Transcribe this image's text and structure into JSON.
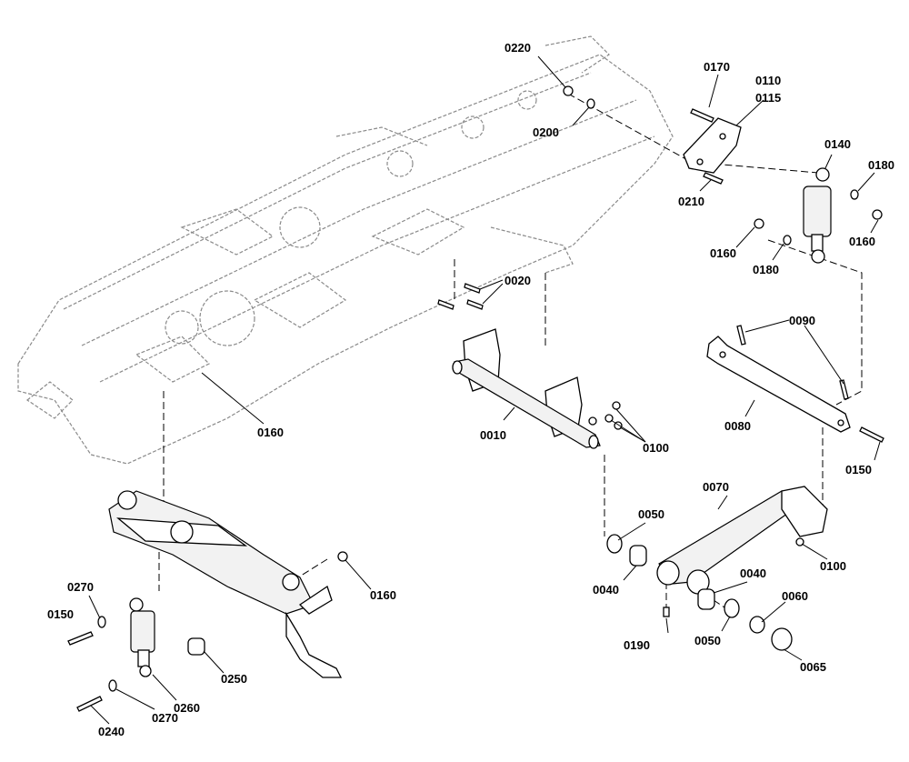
{
  "labels": {
    "p0220": "0220",
    "p0200": "0200",
    "p0170": "0170",
    "p0110": "0110",
    "p0115": "0115",
    "p0140": "0140",
    "p0180a": "0180",
    "p0210": "0210",
    "p0160a": "0160",
    "p0160b": "0160",
    "p0180b": "0180",
    "p0020": "0020",
    "p0090": "0090",
    "p0080": "0080",
    "p0010": "0010",
    "p0100a": "0100",
    "p0160c": "0160",
    "p0150a": "0150",
    "p0070": "0070",
    "p0050a": "0050",
    "p0100b": "0100",
    "p0040a": "0040",
    "p0040b": "0040",
    "p0060": "0060",
    "p0160d": "0160",
    "p0270a": "0270",
    "p0150b": "0150",
    "p0190": "0190",
    "p0050b": "0050",
    "p0065": "0065",
    "p0250": "0250",
    "p0260": "0260",
    "p0240": "0240",
    "p0270b": "0270"
  }
}
